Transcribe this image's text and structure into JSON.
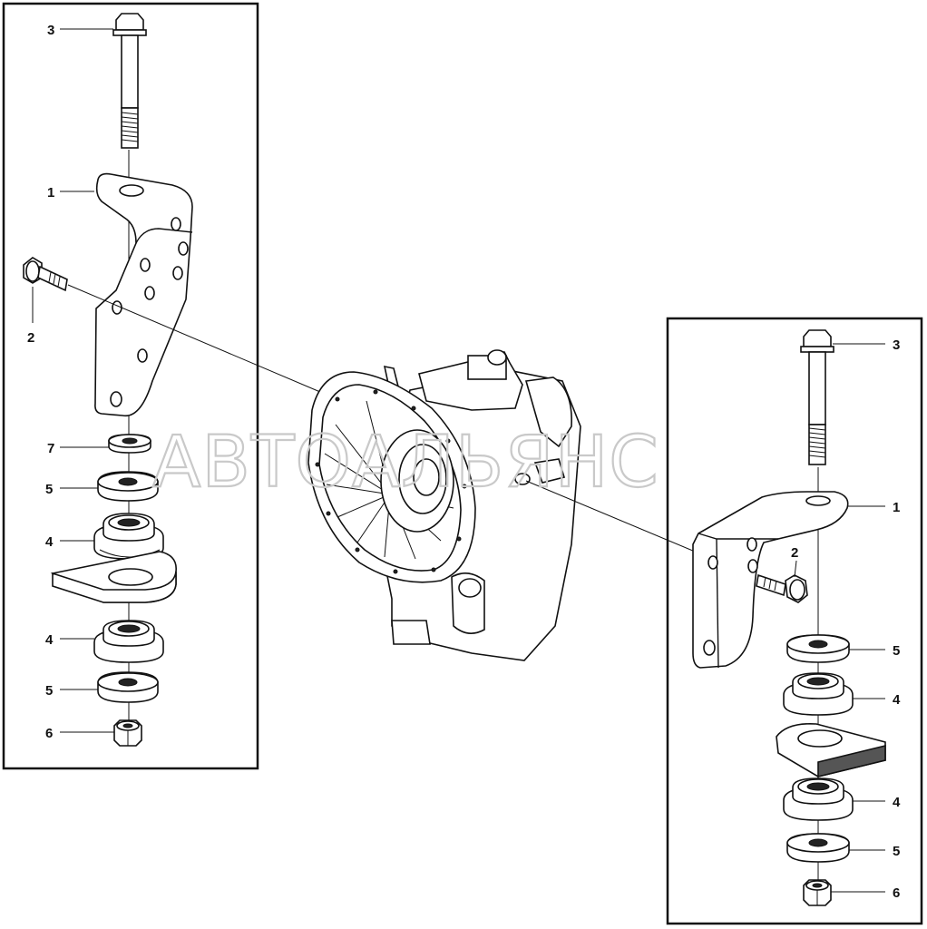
{
  "watermark": "АВТОАЛЬЯНС",
  "callouts": {
    "left": {
      "bolt": "3",
      "bracket": "1",
      "screw": "2",
      "washer_small": "7",
      "washer_top": "5",
      "mount_top": "4",
      "mount_bottom": "4",
      "washer_bottom": "5",
      "nut": "6"
    },
    "right": {
      "bolt": "3",
      "bracket": "1",
      "screw": "2",
      "washer_top": "5",
      "mount_top": "4",
      "mount_bottom": "4",
      "washer_bottom": "5",
      "nut": "6"
    }
  }
}
